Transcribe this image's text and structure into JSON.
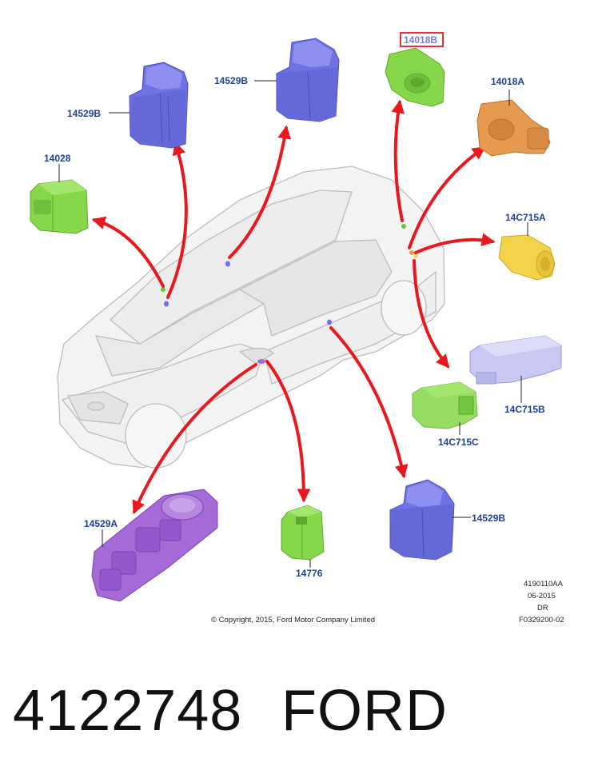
{
  "labels": {
    "sw_14529b_left": "14529B",
    "sw_14529b_roof": "14529B",
    "sw_14018b": "14018B",
    "sw_14018a": "14018A",
    "sw_14028": "14028",
    "sw_14c715a": "14C715A",
    "sw_14c715b": "14C715B",
    "sw_14c715c": "14C715C",
    "sw_14529a": "14529A",
    "sw_14776": "14776",
    "sw_14529b_door": "14529B"
  },
  "colors": {
    "blue_part": "#6f72e6",
    "green_part": "#86d84a",
    "orange_part": "#e59a4f",
    "yellow_part": "#f2d34a",
    "lavender_part": "#c9c8f2",
    "purple_part": "#a56ad6",
    "label_blue": "#1f3f9a",
    "arrow_red": "#e8191e",
    "highlight_box": "#e8191e"
  },
  "footer": {
    "copyright": "© Copyright, 2015, Ford Motor Company Limited",
    "code": "4190110AA",
    "date": "06-2015",
    "dr": "DR",
    "figure": "F0329200-02"
  },
  "part_number": "4122748",
  "brand": "FORD"
}
